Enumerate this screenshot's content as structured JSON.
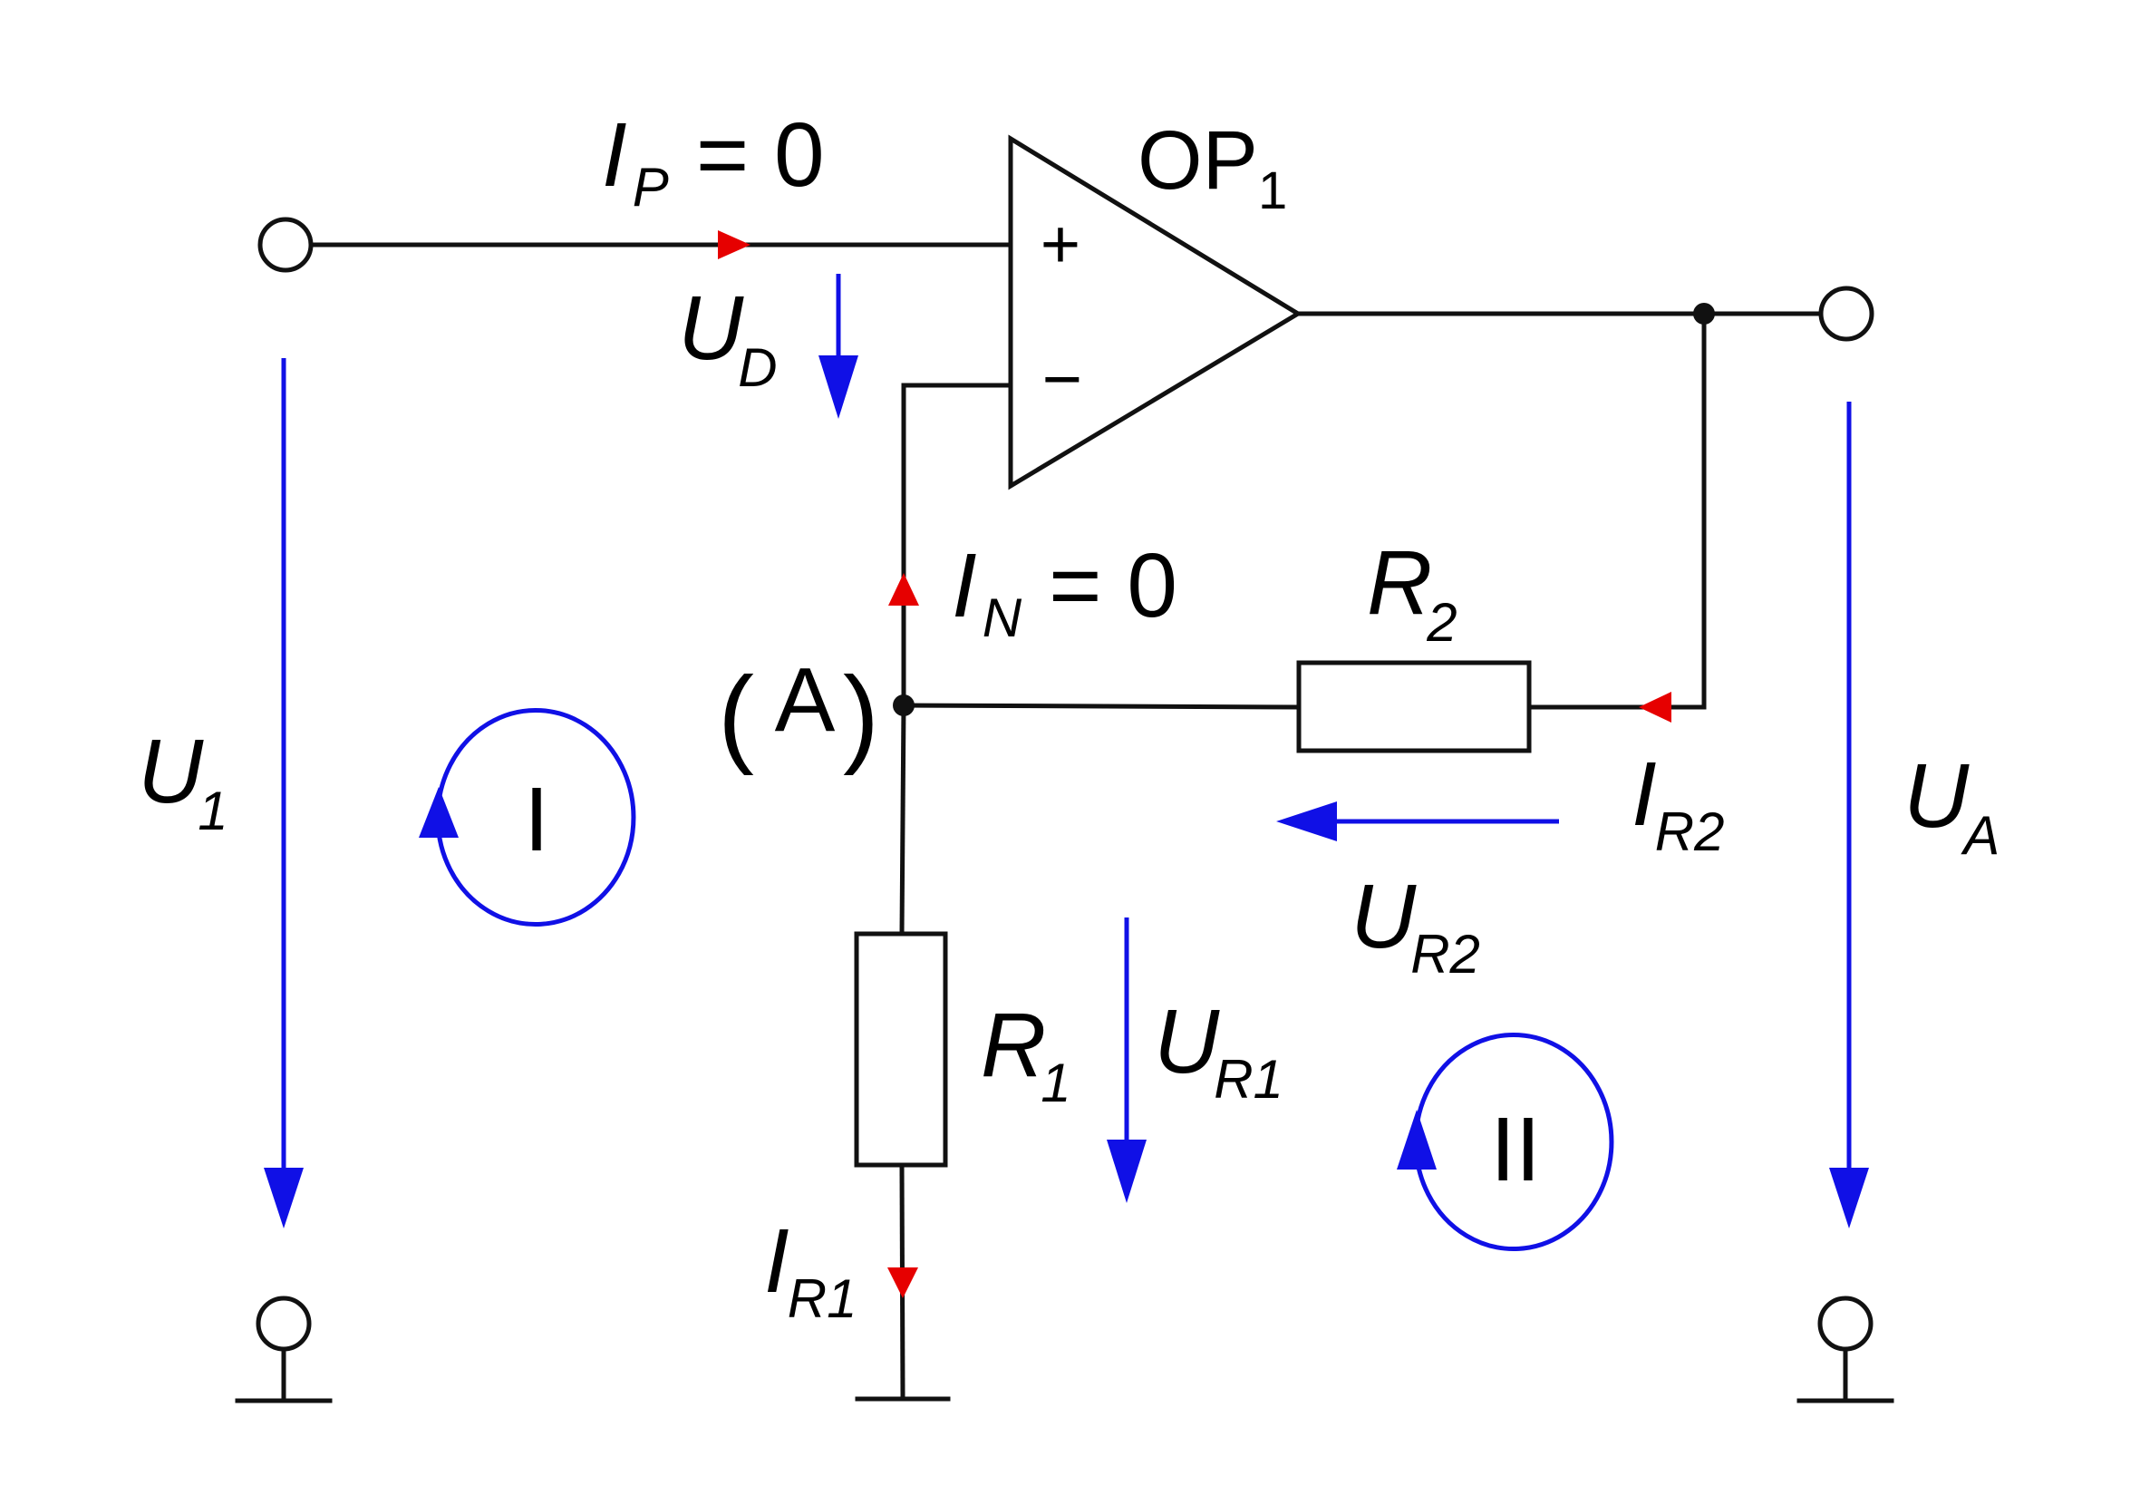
{
  "opamp": {
    "name": "OP",
    "sub": "1",
    "plus": "+",
    "minus": "−"
  },
  "labels": {
    "ip": {
      "sym": "I",
      "sub": "P",
      "eq": "= 0"
    },
    "in": {
      "sym": "I",
      "sub": "N",
      "eq": "= 0"
    },
    "ud": {
      "sym": "U",
      "sub": "D"
    },
    "u1": {
      "sym": "U",
      "sub": "1"
    },
    "ua": {
      "sym": "U",
      "sub": "A"
    },
    "r1": {
      "sym": "R",
      "sub": "1"
    },
    "r2": {
      "sym": "R",
      "sub": "2"
    },
    "ur1": {
      "sym": "U",
      "sub": "R1"
    },
    "ur2": {
      "sym": "U",
      "sub": "R2"
    },
    "ir1": {
      "sym": "I",
      "sub": "R1"
    },
    "ir2": {
      "sym": "I",
      "sub": "R2"
    },
    "node_a": "A",
    "loop_1": "I",
    "loop_2": "II"
  },
  "colors": {
    "wire": "#111111",
    "voltage_arrow": "#1010e6",
    "current_arrow": "#e60000"
  }
}
